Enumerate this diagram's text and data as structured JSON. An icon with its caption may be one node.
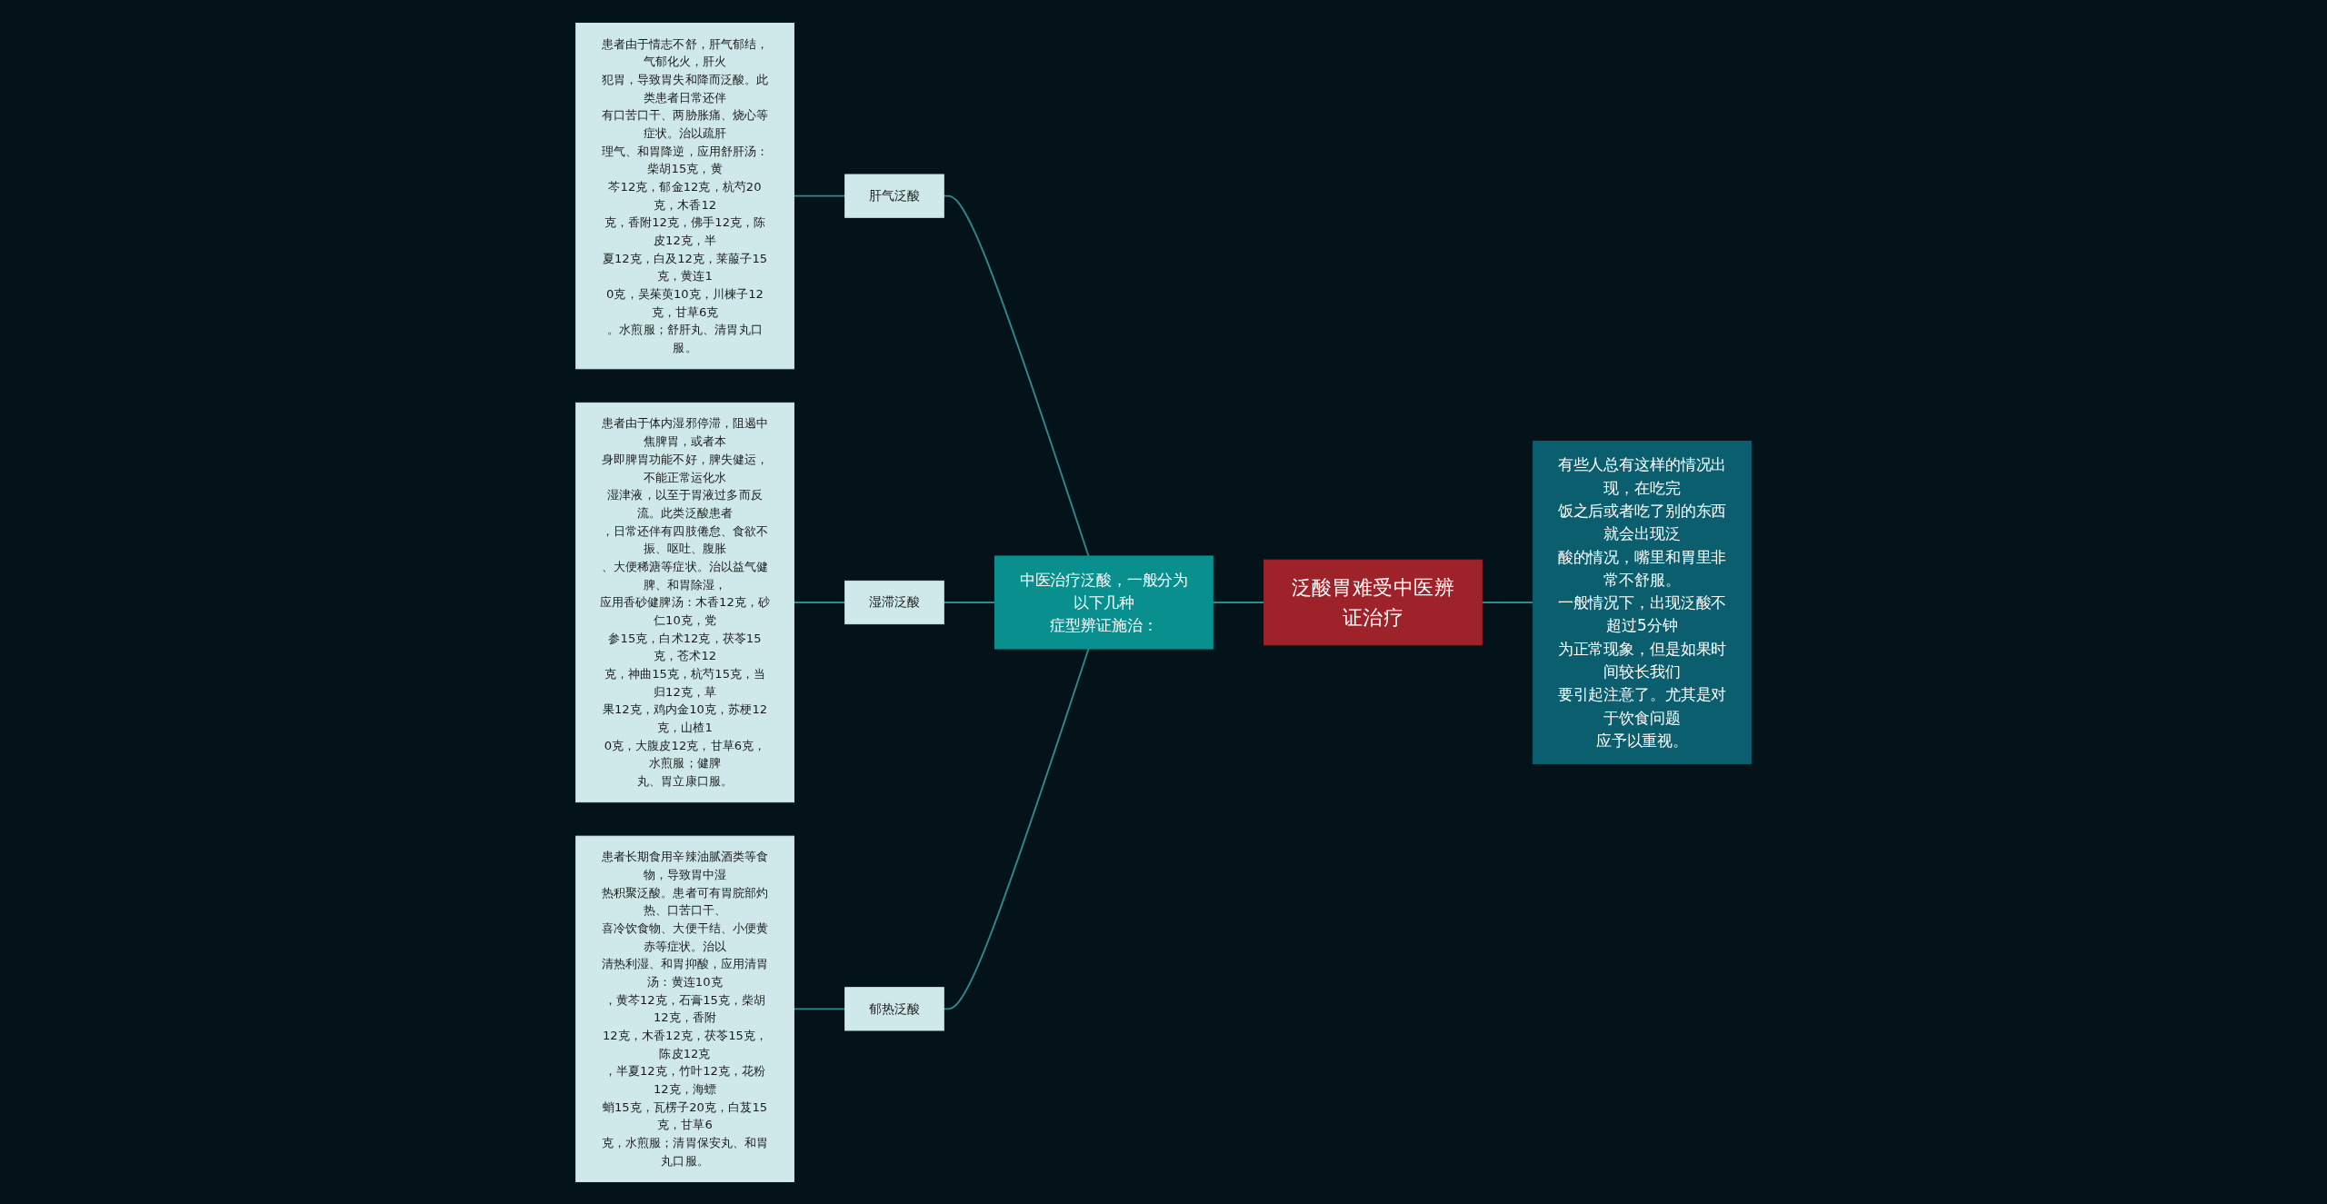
{
  "diagram": {
    "nodes": [
      {
        "text": [
          "泛酸胃难受中医辨证治疗"
        ]
      },
      {
        "text": [
          "有些人总有这样的情况出现，在吃完饭之后或者吃了别的东西就会出现泛酸的情况，嘴里和胃里非常不舒服。一般情况下，出现泛酸不超过5分钟为正常现象，但是如果时间较长我们要引起注意了。尤其是对于饮食问题应予以重视。"
        ]
      },
      {
        "text": [
          "中医治疗泛酸，一般分为以下几种症型辨证施治："
        ]
      },
      {
        "text": [
          "肝气泛酸"
        ]
      },
      {
        "text": [
          "湿滞泛酸"
        ]
      },
      {
        "text": [
          "郁热泛酸"
        ]
      },
      {
        "text": [
          "患者由于情志不舒，肝气郁结，气郁化火，肝火犯胃，导致胃失和降而泛酸。此类患者日常还伴有口苦口干、两胁胀痛、烧心等症状。治以疏肝理气、和胃降逆，应用舒肝汤：柴胡15克，黄芩12克，郁金12克，杭芍20克，木香12克，香附12克，佛手12克，陈皮12克，半夏12克，白及12克，莱菔子15克，黄连10克，吴茱萸10克，川楝子12克，甘草6克。水煎服；舒肝丸、清胃丸口服。"
        ]
      },
      {
        "text": [
          "患者由于体内湿邪停滞，阻遏中焦脾胃，或者本身即脾胃功能不好，脾失健运，不能正常运化水湿津液，以至于胃液过多而反流。此类泛酸患者，日常还伴有四肢倦怠、食欲不振、呕吐、腹胀、大便稀溏等症状。治以益气健脾、和胃除湿，应用香砂健脾汤：木香12克，砂仁10克，党参15克，白术12克，茯苓15克，苍术12克，神曲15克，杭芍15克，当归12克，草果12克，鸡内金10克，苏梗12克，山楂10克，大腹皮12克，甘草6克，水煎服；健脾丸、胃立康口服。"
        ]
      },
      {
        "text": [
          "患者长期食用辛辣油腻酒类等食物，导致胃中湿热积聚泛酸。患者可有胃脘部灼热、口苦口干、喜冷饮食物、大便干结、小便黄赤等症状。治以清热利湿、和胃抑酸，应用清胃汤：黄连10克，黄芩12克，石膏15克，柴胡12克，香附12克，木香12克，茯苓15克，陈皮12克，半夏12克，竹叶12克，花粉12克，海螵蛸15克，瓦楞子20克，白芨15克，甘草6克，水煎服；清胃保安丸、和胃丸口服。"
        ]
      }
    ],
    "edges": [
      {
        "from": 1,
        "to": 0,
        "arrow": "none"
      },
      {
        "from": 0,
        "to": 2,
        "arrow": "none"
      },
      {
        "from": 2,
        "to": 3,
        "arrow": "none"
      },
      {
        "from": 2,
        "to": 4,
        "arrow": "none"
      },
      {
        "from": 2,
        "to": 5,
        "arrow": "none"
      },
      {
        "from": 3,
        "to": 6,
        "arrow": "none"
      },
      {
        "from": 4,
        "to": 7,
        "arrow": "none"
      },
      {
        "from": 5,
        "to": 8,
        "arrow": "none"
      }
    ]
  }
}
